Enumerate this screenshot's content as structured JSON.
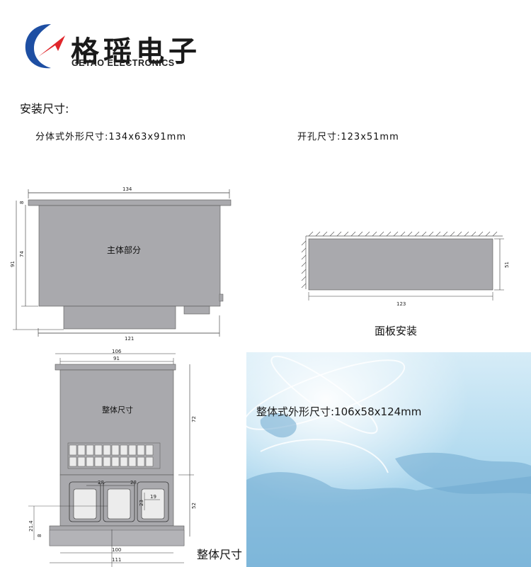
{
  "brand": {
    "name_cn": "格瑶电子",
    "name_en": "GEYAO ELECTRONICS"
  },
  "heading": "安装尺寸:",
  "split_type": {
    "label": "分体式外形尺寸:134x63x91mm",
    "dims": {
      "width": "134",
      "base_width": "121",
      "height": "91",
      "body_height": "74",
      "flange": "8"
    },
    "body_label": "主体部分"
  },
  "cutout": {
    "label": "开孔尺寸:123x51mm",
    "dims": {
      "width": "123",
      "height": "51"
    },
    "caption": "面板安装"
  },
  "integral": {
    "label": "整体式外形尺寸:106x58x124mm",
    "body_label": "整体尺寸",
    "caption": "整体尺寸",
    "dims": {
      "top_outer": "106",
      "top_inner": "91",
      "upper_height": "72",
      "lower_height": "52",
      "slot_a": "28",
      "slot_b": "28",
      "slot_w": "19",
      "slot_h": "23",
      "foot": "21.4",
      "foot_small": "8",
      "base_inner": "100",
      "base_outer": "111"
    }
  },
  "colors": {
    "logo_blue": "#1e4fa3",
    "logo_red": "#e0262b",
    "drawing_gray": "#a9a9ad",
    "sky_light": "#d6ecf7",
    "sky_mid": "#8fc6e6"
  }
}
